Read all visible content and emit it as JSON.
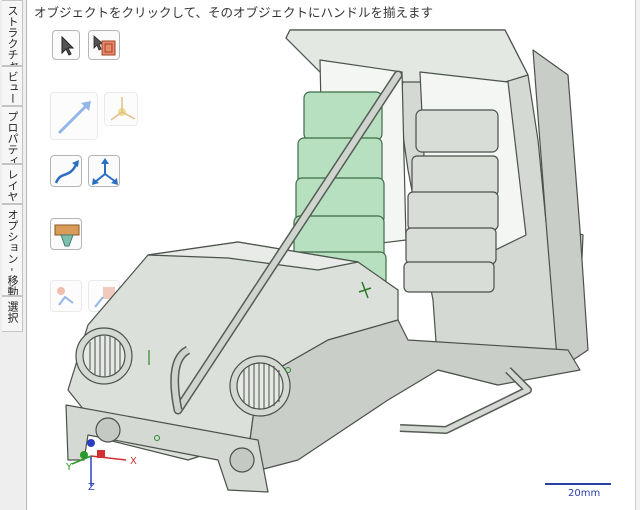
{
  "hint_text": "オブジェクトをクリックして、そのオブジェクトにハンドルを揃えます",
  "side_tabs": [
    {
      "label": "ストラクチャー",
      "id": "structure"
    },
    {
      "label": "ビュー",
      "id": "view"
    },
    {
      "label": "プロパティ",
      "id": "properties"
    },
    {
      "label": "レイヤ",
      "id": "layers"
    },
    {
      "label": "オプション - 移動",
      "id": "options-move"
    },
    {
      "label": "選択",
      "id": "select"
    }
  ],
  "tools": [
    {
      "id": "select-arrow",
      "icon": "select-arrow-icon",
      "enabled": true
    },
    {
      "id": "select-component",
      "icon": "select-component-icon",
      "enabled": true
    },
    {
      "id": "move-arrow",
      "icon": "move-arrow-icon",
      "enabled": false
    },
    {
      "id": "move-handle",
      "icon": "move-handle-icon",
      "enabled": false
    },
    {
      "id": "along-trajectory",
      "icon": "along-trajectory-icon",
      "enabled": true
    },
    {
      "id": "pull-directions",
      "icon": "pull-directions-icon",
      "enabled": true
    },
    {
      "id": "anchor",
      "icon": "anchor-icon",
      "enabled": true
    },
    {
      "id": "lock-1",
      "icon": "lock-icon",
      "enabled": false
    },
    {
      "id": "lock-2",
      "icon": "lock-icon",
      "enabled": false
    }
  ],
  "axis_triad": {
    "x_label": "X",
    "y_label": "Y",
    "z_label": "Z"
  },
  "scale": {
    "label": "20mm"
  },
  "colors": {
    "model": "#d4d9d3",
    "model_stroke": "#4b514b",
    "selected": "#b6e0bf",
    "selected_stroke": "#3e6b46",
    "accent": "#2c3fa5"
  }
}
